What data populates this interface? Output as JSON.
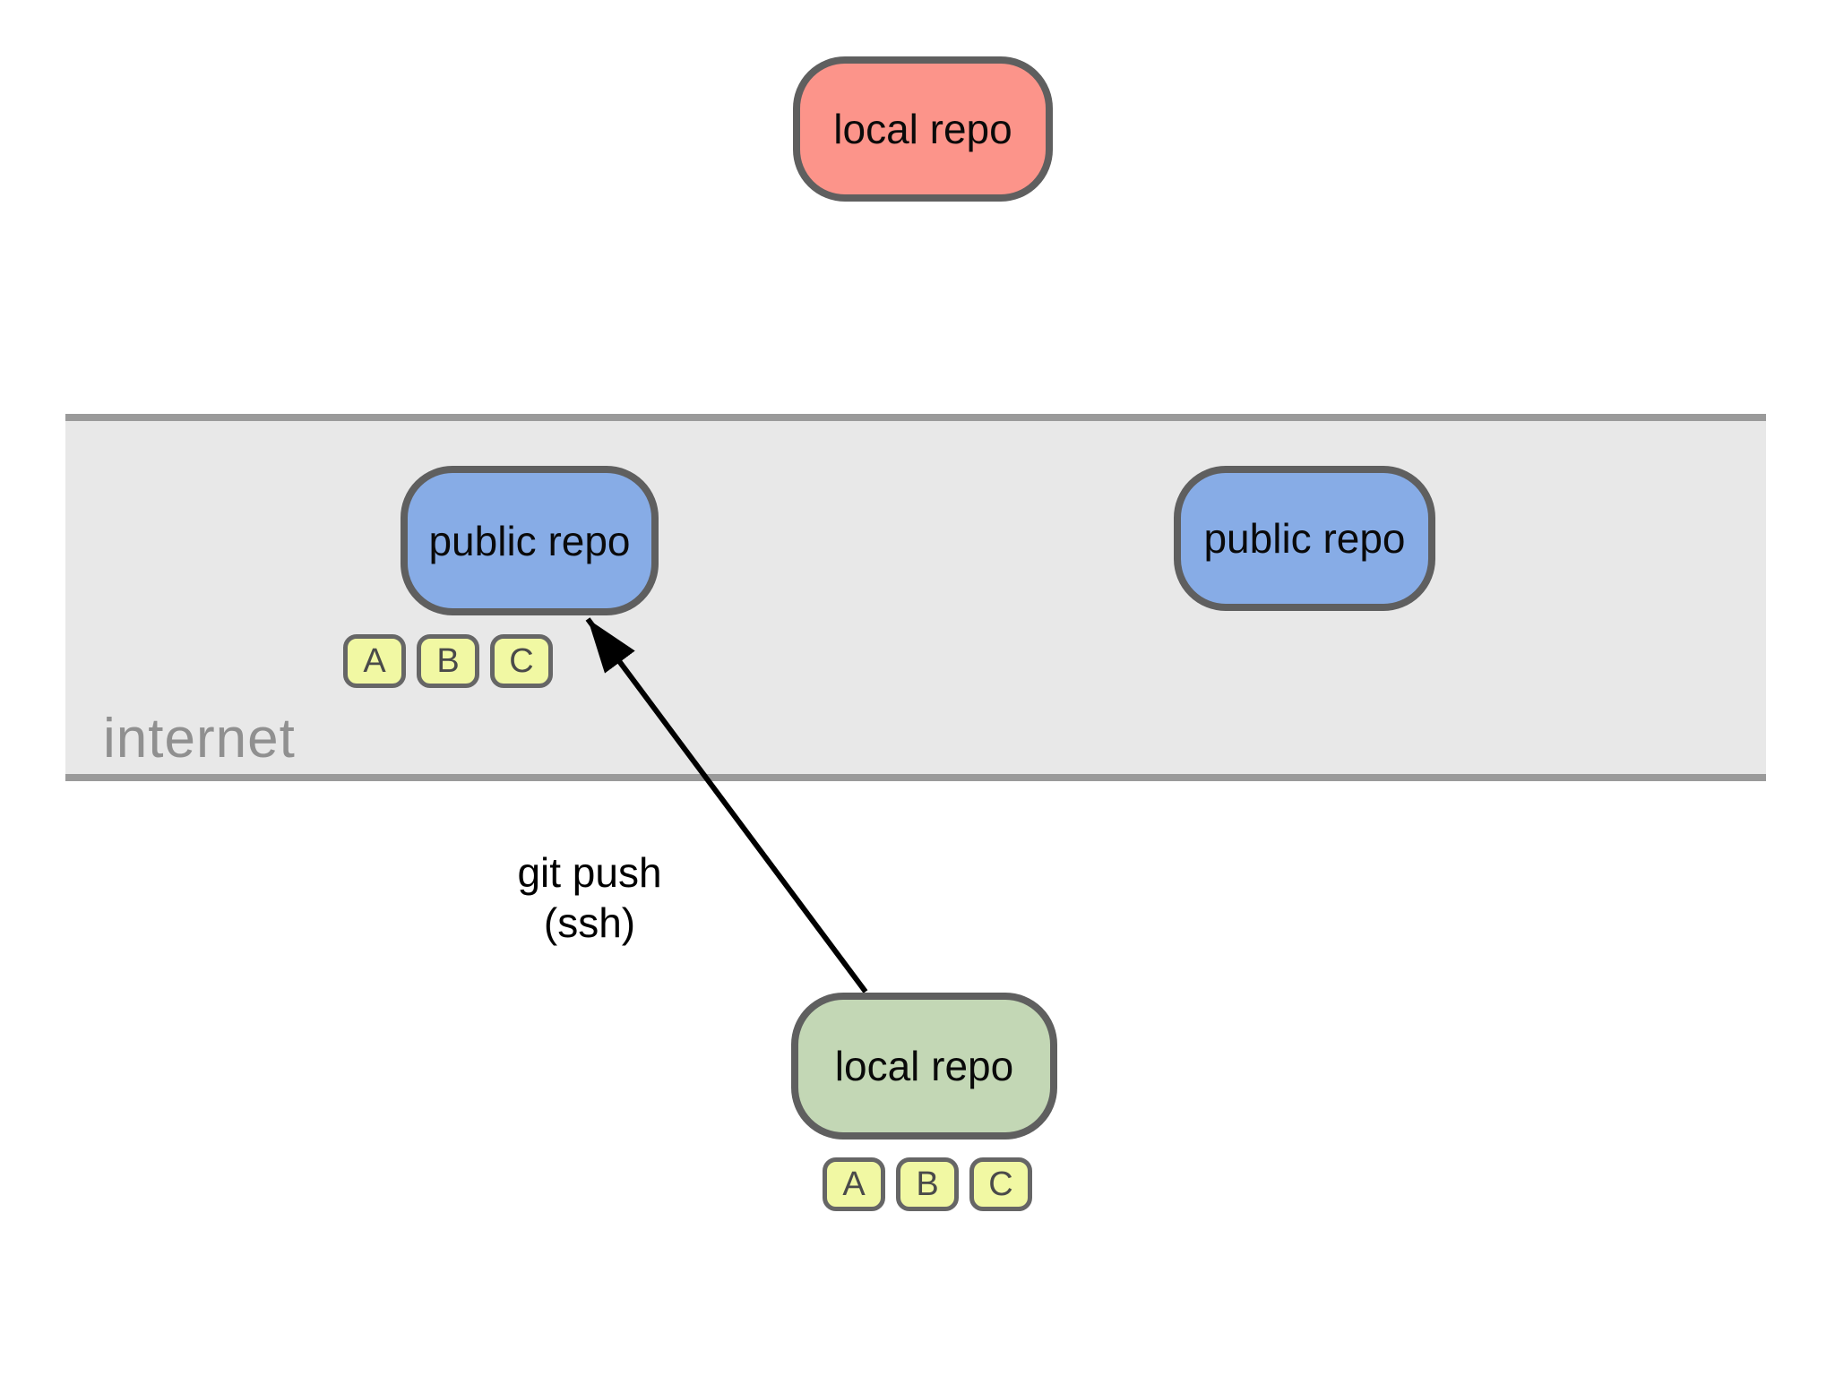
{
  "band": {
    "label": "internet"
  },
  "nodes": {
    "local_top": {
      "label": "local repo",
      "fill": "#FC948A"
    },
    "public_left": {
      "label": "public repo",
      "fill": "#87ACE6"
    },
    "public_right": {
      "label": "public repo",
      "fill": "#87ACE6"
    },
    "local_bottom": {
      "label": "local repo",
      "fill": "#C3D7B5"
    }
  },
  "commits": {
    "public_left": [
      "A",
      "B",
      "C"
    ],
    "local_bottom": [
      "A",
      "B",
      "C"
    ]
  },
  "arrow": {
    "label": [
      "git push",
      "(ssh)"
    ]
  },
  "colors": {
    "background": "#FFFFFF",
    "band_fill": "#E8E8E8",
    "band_border": "#9A9A9A",
    "band_label_text": "#909090",
    "node_border": "#5F5F5F",
    "node_label_text": "#0A0A0A",
    "commit_fill": "#F1F8A3",
    "commit_border": "#666666",
    "commit_text": "#4A4A4A",
    "arrow_stroke": "#000000"
  }
}
